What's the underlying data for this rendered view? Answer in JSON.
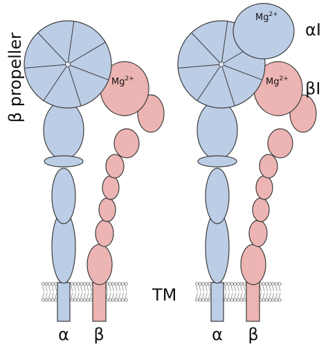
{
  "labels": {
    "beta_propeller": "β propeller",
    "alpha_i": "αI",
    "beta_i": "βI",
    "tm": "TM",
    "mg": "Mg",
    "mg_charge": "2+",
    "alpha": "α",
    "beta": "β"
  },
  "colors": {
    "alpha_fill": "#bccde6",
    "beta_fill": "#ecb4b3",
    "stroke": "#3b3b3b",
    "membrane_head": "#f2f2f2",
    "membrane_tail": "#8d8d8d"
  }
}
